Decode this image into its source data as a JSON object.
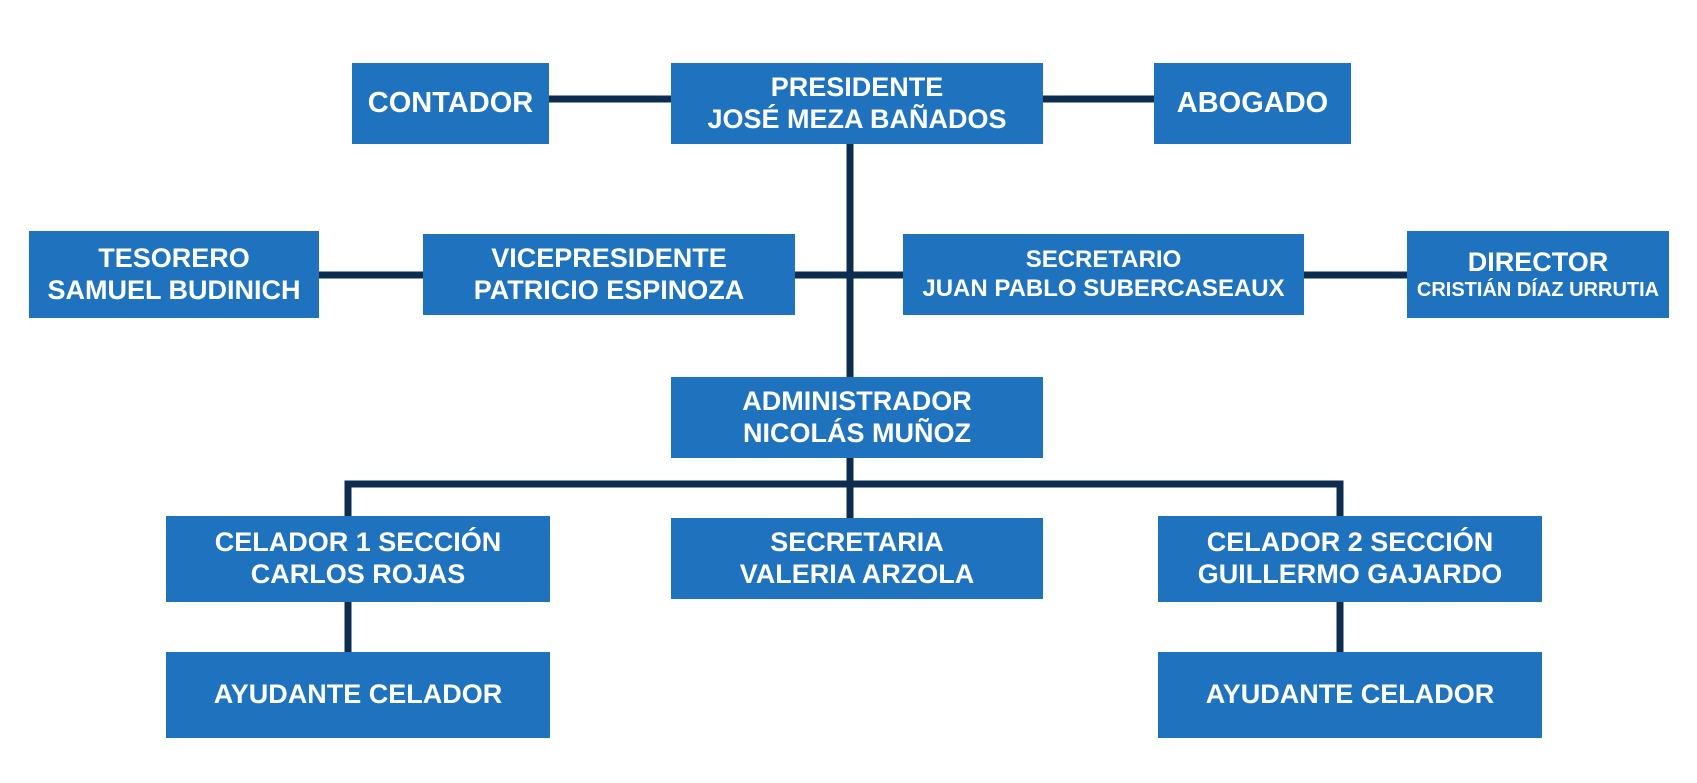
{
  "colors": {
    "box_fill": "#1f73be",
    "connector": "#0d2d4f",
    "text": "#ffffff",
    "background": "#ffffff"
  },
  "nodes": {
    "contador": {
      "line1": "CONTADOR",
      "line2": ""
    },
    "presidente": {
      "line1": "PRESIDENTE",
      "line2": "JOSÉ MEZA BAÑADOS"
    },
    "abogado": {
      "line1": "ABOGADO",
      "line2": ""
    },
    "tesorero": {
      "line1": "TESORERO",
      "line2": "SAMUEL BUDINICH"
    },
    "vicepresidente": {
      "line1": "VICEPRESIDENTE",
      "line2": "PATRICIO ESPINOZA"
    },
    "secretario": {
      "line1": "SECRETARIO",
      "line2": "JUAN PABLO SUBERCASEAUX"
    },
    "director": {
      "line1": "DIRECTOR",
      "line2": "CRISTIÁN DÍAZ URRUTIA"
    },
    "administrador": {
      "line1": "ADMINISTRADOR",
      "line2": "NICOLÁS MUÑOZ"
    },
    "celador1": {
      "line1": "CELADOR 1 SECCIÓN",
      "line2": "CARLOS ROJAS"
    },
    "secretaria": {
      "line1": "SECRETARIA",
      "line2": "VALERIA ARZOLA"
    },
    "celador2": {
      "line1": "CELADOR 2 SECCIÓN",
      "line2": "GUILLERMO GAJARDO"
    },
    "ayudante1": {
      "line1": "AYUDANTE CELADOR",
      "line2": ""
    },
    "ayudante2": {
      "line1": "AYUDANTE CELADOR",
      "line2": ""
    }
  },
  "edges": [
    [
      "presidente",
      "contador"
    ],
    [
      "presidente",
      "abogado"
    ],
    [
      "presidente",
      "vicepresidente"
    ],
    [
      "presidente",
      "secretario"
    ],
    [
      "vicepresidente",
      "tesorero"
    ],
    [
      "secretario",
      "director"
    ],
    [
      "presidente",
      "administrador"
    ],
    [
      "administrador",
      "celador1"
    ],
    [
      "administrador",
      "secretaria"
    ],
    [
      "administrador",
      "celador2"
    ],
    [
      "celador1",
      "ayudante1"
    ],
    [
      "celador2",
      "ayudante2"
    ]
  ]
}
